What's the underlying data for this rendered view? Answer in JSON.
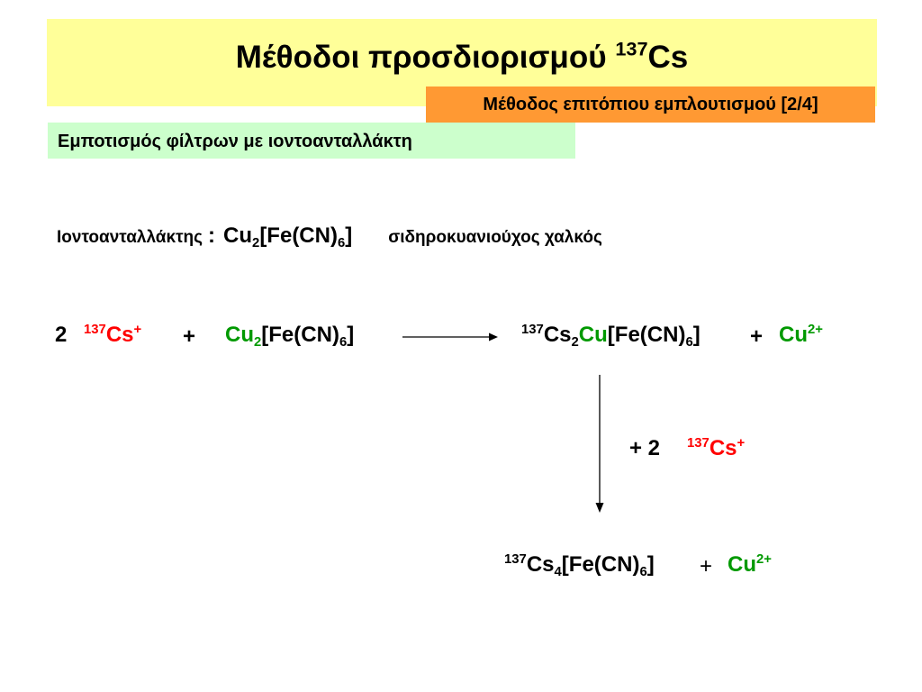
{
  "slide": {
    "title": {
      "text": "Μέθοδοι προσδιορισμού ",
      "isotope": "137",
      "element": "Cs"
    },
    "method_badge": "Μέθοδος επιτόπιου εμπλουτισμού [2/4]",
    "subtitle": "Εμποτισμός φίλτρων με ιοντοανταλλάκτη"
  },
  "exchanger": {
    "label": "Ιοντοανταλλάκτης",
    "colon": ":",
    "formula": {
      "cu": "Cu",
      "cu_sub": "2",
      "fe": "[Fe(CN)",
      "fe_sub": "6",
      "close": "]"
    },
    "name": "σιδηροκυανιούχος χαλκός"
  },
  "reaction1": {
    "coef": "2",
    "cs_mass": "137",
    "cs": "Cs",
    "cs_charge": "+",
    "plus": "+",
    "reagent": {
      "cu": "Cu",
      "cu_sub": "2",
      "fe": "[Fe(CN)",
      "fe_sub": "6",
      "close": "]"
    },
    "product": {
      "mass": "137",
      "cs": "Cs",
      "cs_sub": "2",
      "cu": "Cu",
      "fe": "[Fe(CN)",
      "fe_sub": "6",
      "close": "]"
    },
    "plus2": "+",
    "ion": {
      "cu": "Cu",
      "charge": "2+"
    }
  },
  "step2": {
    "label": "+ 2",
    "cs_mass": "137",
    "cs": "Cs",
    "cs_charge": "+"
  },
  "reaction2": {
    "product": {
      "mass": "137",
      "cs": "Cs",
      "cs_sub": "4",
      "fe": "[Fe(CN)",
      "fe_sub": "6",
      "close": "]"
    },
    "plus": "+",
    "ion": {
      "cu": "Cu",
      "charge": "2+"
    }
  },
  "colors": {
    "title_band": "#ffff99",
    "badge": "#ff9933",
    "subtitle_box": "#ccffcc",
    "cesium": "#ff0000",
    "copper": "#009900"
  }
}
